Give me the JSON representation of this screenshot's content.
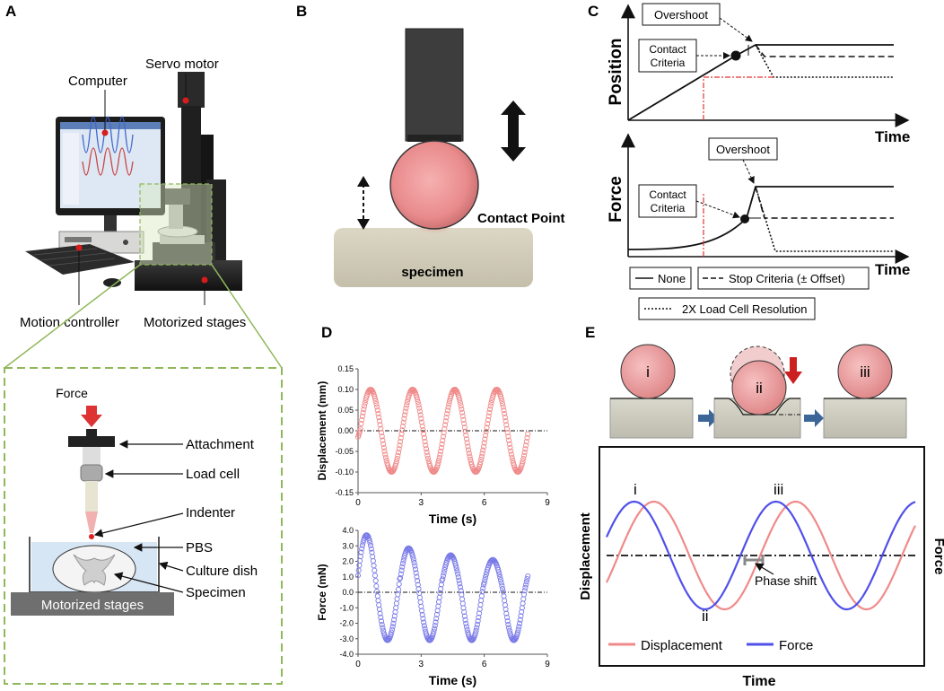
{
  "panel_labels": {
    "a": "A",
    "b": "B",
    "c": "C",
    "d": "D",
    "e": "E"
  },
  "panel_a": {
    "servo_motor": "Servo motor",
    "computer": "Computer",
    "motion_controller": "Motion controller",
    "motorized_stages": "Motorized stages",
    "inset": {
      "force": "Force",
      "attachment": "Attachment",
      "load_cell": "Load cell",
      "indenter": "Indenter",
      "pbs": "PBS",
      "culture_dish": "Culture dish",
      "specimen": "Specimen",
      "motorized_stages": "Motorized stages"
    }
  },
  "panel_b": {
    "contact_point": "Contact Point",
    "specimen": "specimen"
  },
  "panel_c": {
    "position_axis": "Position",
    "force_axis": "Force",
    "time_axis": "Time",
    "overshoot": "Overshoot",
    "contact_criteria_line1": "Contact",
    "contact_criteria_line2": "Criteria",
    "legend_none": "None",
    "legend_stop": "Stop Criteria (± Offset)",
    "legend_2x": "2X Load Cell Resolution"
  },
  "panel_e": {
    "state_i": "i",
    "state_ii": "ii",
    "state_iii": "iii",
    "y_left": "Displacement",
    "y_right": "Force",
    "x_axis": "Time",
    "phase_shift": "Phase shift",
    "legend_displacement": "Displacement",
    "legend_force": "Force",
    "colors": {
      "displacement": "#f08a8a",
      "force": "#5050ea"
    }
  },
  "chart_data": [
    {
      "type": "scatter",
      "xlabel": "Time (s)",
      "ylabel": "Displacement (mm)",
      "xlim": [
        0,
        9
      ],
      "ylim": [
        -0.15,
        0.15
      ],
      "xticks": [
        "0",
        "3",
        "6",
        "9"
      ],
      "yticks": [
        "0.15",
        "0.10",
        "0.05",
        "0.00",
        "-0.05",
        "-0.10",
        "-0.15"
      ],
      "color": "#f08a8a",
      "series": [
        {
          "amplitude": 0.1,
          "period": 2.0,
          "phase_deg": 0,
          "t_start": 0,
          "t_end": 8.1
        }
      ]
    },
    {
      "type": "scatter",
      "xlabel": "Time (s)",
      "ylabel": "Force (mN)",
      "xlim": [
        0,
        9
      ],
      "ylim": [
        -4.0,
        4.0
      ],
      "xticks": [
        "0",
        "3",
        "6",
        "9"
      ],
      "yticks": [
        "4.0",
        "3.0",
        "2.0",
        "1.0",
        "0.0",
        "-1.0",
        "-2.0",
        "-3.0",
        "-4.0"
      ],
      "color": "#7a7ae8",
      "series": [
        {
          "peaks": [
            3.7,
            2.85,
            2.4,
            2.1
          ],
          "troughs": [
            -3.1,
            -3.1,
            -3.1,
            -3.1
          ],
          "period": 2.0,
          "t_start": 0,
          "t_end": 8.1
        }
      ]
    }
  ]
}
